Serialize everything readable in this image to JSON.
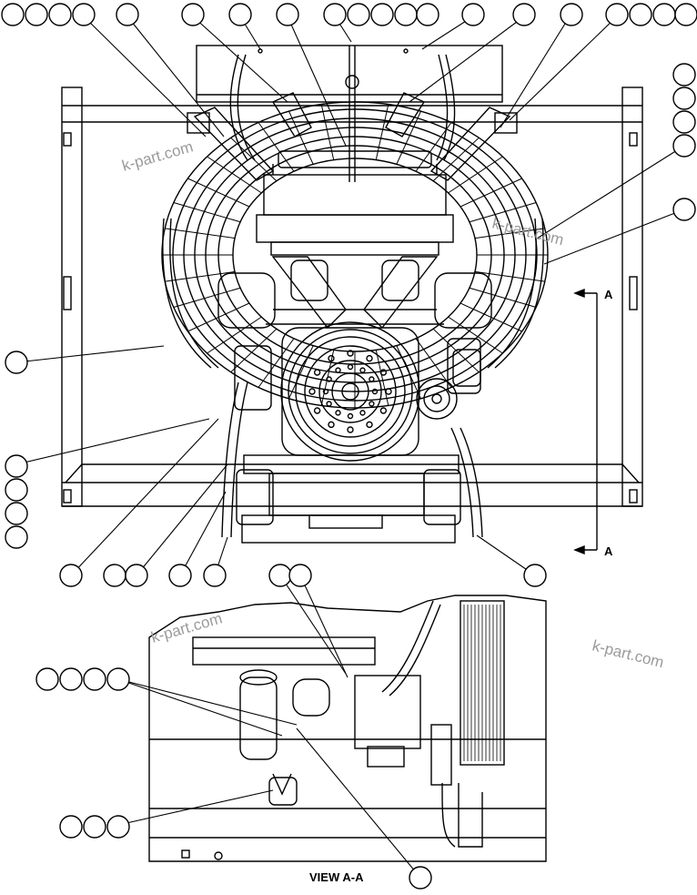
{
  "diagram": {
    "section_marker_top": "A",
    "section_marker_bottom": "A",
    "view_caption": "VIEW A-A",
    "watermarks": [
      "k-part.com",
      "k-part.com",
      "k-part.com",
      "k-part.com"
    ]
  }
}
